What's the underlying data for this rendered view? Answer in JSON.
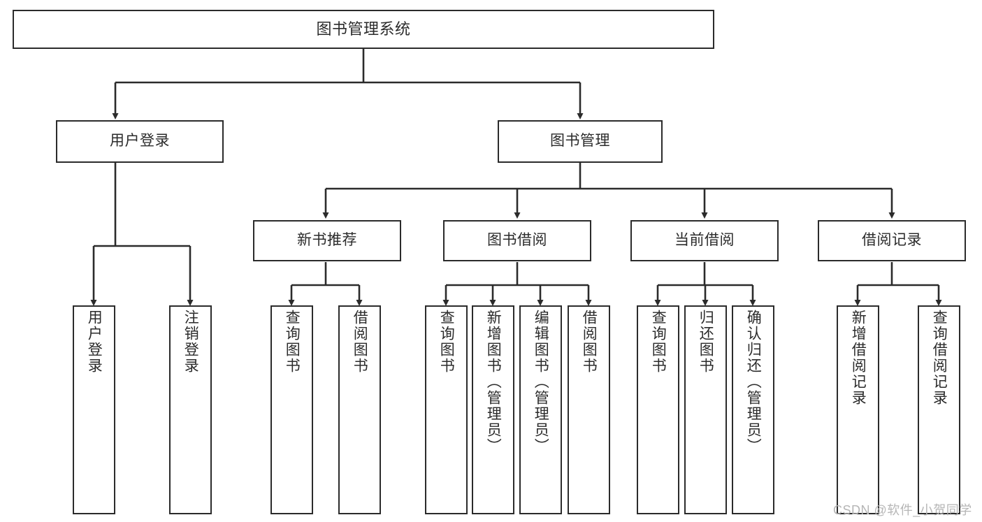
{
  "diagram": {
    "title": "图书管理系统",
    "type": "tree-hierarchy",
    "levels": 4,
    "colors": {
      "stroke": "#2b2b2b",
      "fill": "#ffffff",
      "text": "#2b2b2b",
      "watermark": "#b6b6b6"
    },
    "nodes": {
      "root": {
        "label": "图书管理系统"
      },
      "level2": [
        {
          "id": "user-login",
          "label": "用户登录"
        },
        {
          "id": "book-manage",
          "label": "图书管理"
        }
      ],
      "level3": [
        {
          "id": "new-book-recommend",
          "label": "新书推荐"
        },
        {
          "id": "book-borrow",
          "label": "图书借阅"
        },
        {
          "id": "current-borrow",
          "label": "当前借阅"
        },
        {
          "id": "borrow-record",
          "label": "借阅记录"
        }
      ],
      "leaves": {
        "user-login": [
          {
            "id": "leaf-user-login",
            "label": "用户登录"
          },
          {
            "id": "leaf-user-logout",
            "label": "注销登录"
          }
        ],
        "new-book-recommend": [
          {
            "id": "leaf-query-book-1",
            "label": "查询图书"
          },
          {
            "id": "leaf-borrow-book-1",
            "label": "借阅图书"
          }
        ],
        "book-borrow": [
          {
            "id": "leaf-query-book-2",
            "label": "查询图书"
          },
          {
            "id": "leaf-add-book",
            "label": "新增图书（管理员）"
          },
          {
            "id": "leaf-edit-book",
            "label": "编辑图书（管理员）"
          },
          {
            "id": "leaf-borrow-book-2",
            "label": "借阅图书"
          }
        ],
        "current-borrow": [
          {
            "id": "leaf-query-book-3",
            "label": "查询图书"
          },
          {
            "id": "leaf-return-book",
            "label": "归还图书"
          },
          {
            "id": "leaf-confirm-return",
            "label": "确认归还（管理员）"
          }
        ],
        "borrow-record": [
          {
            "id": "leaf-add-record",
            "label": "新增借阅记录"
          },
          {
            "id": "leaf-query-record",
            "label": "查询借阅记录"
          }
        ]
      }
    },
    "watermark": "CSDN @软件_小贺同学"
  }
}
